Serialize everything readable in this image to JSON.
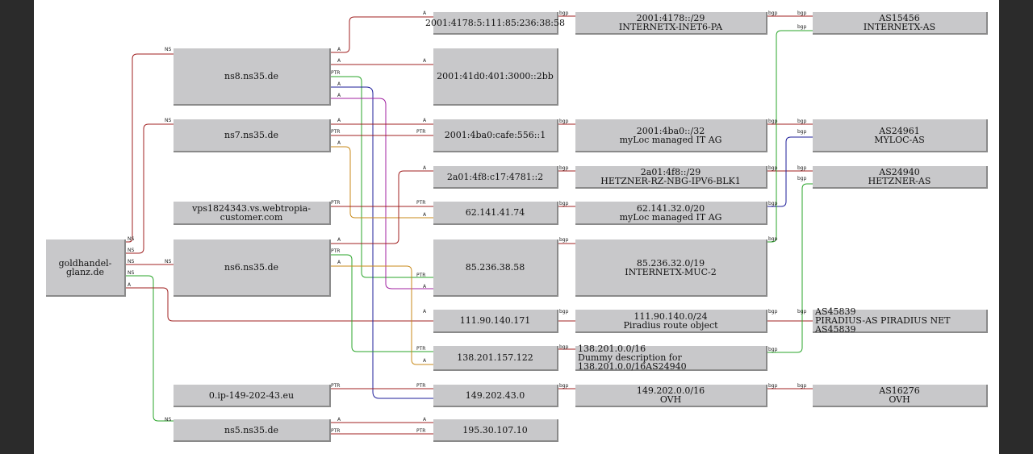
{
  "edge_colors": {
    "default": "#a02020",
    "green": "#2aa52a",
    "blue": "#1d1d9a",
    "purple": "#a020a0",
    "orange": "#c88a1a"
  },
  "nodes": {
    "domain": "goldhandel-glanz.de",
    "ns8": "ns8.ns35.de",
    "ns7": "ns7.ns35.de",
    "vps": "vps1824343.vs.webtropia-customer.com",
    "ns6": "ns6.ns35.de",
    "ip_0ip": "0.ip-149-202-43.eu",
    "ns5": "ns5.ns35.de",
    "ip1": "2001:4178:5:111:85:236:38:58",
    "ip2": "2001:41d0:401:3000::2bb",
    "ip3": "2001:4ba0:cafe:556::1",
    "ip4": "2a01:4f8:c17:4781::2",
    "ip5": "62.141.41.74",
    "ip6": "85.236.38.58",
    "ip7": "111.90.140.171",
    "ip8": "138.201.157.122",
    "ip9": "149.202.43.0",
    "ip10": "195.30.107.10",
    "p1": {
      "l1": "2001:4178::/29",
      "l2": "INTERNETX-INET6-PA"
    },
    "p2": {
      "l1": "2001:4ba0::/32",
      "l2": "myLoc managed IT AG"
    },
    "p3": {
      "l1": "2a01:4f8::/29",
      "l2": "HETZNER-RZ-NBG-IPV6-BLK1"
    },
    "p4": {
      "l1": "62.141.32.0/20",
      "l2": "myLoc managed IT AG"
    },
    "p5": {
      "l1": "85.236.32.0/19",
      "l2": "INTERNETX-MUC-2"
    },
    "p6": {
      "l1": "111.90.140.0/24",
      "l2": "Piradius route object"
    },
    "p7": {
      "l1": "138.201.0.0/16",
      "l2": "Dummy description for 138.201.0.0/16AS24940"
    },
    "p8": {
      "l1": "149.202.0.0/16",
      "l2": "OVH"
    },
    "as1": {
      "l1": "AS15456",
      "l2": "INTERNETX-AS"
    },
    "as2": {
      "l1": "AS24961",
      "l2": "MYLOC-AS"
    },
    "as3": {
      "l1": "AS24940",
      "l2": "HETZNER-AS"
    },
    "as4": {
      "l1": "AS45839",
      "l2": "PIRADIUS-AS PIRADIUS NET AS45839"
    },
    "as5": {
      "l1": "AS16276",
      "l2": "OVH"
    }
  },
  "labels": {
    "ns": "NS",
    "a": "A",
    "ptr": "PTR",
    "bgp": "bgp"
  }
}
